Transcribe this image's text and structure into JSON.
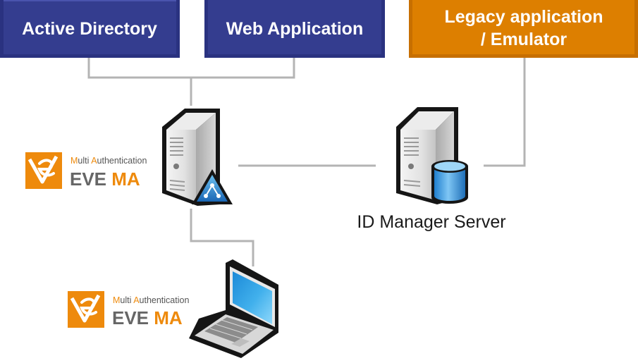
{
  "boxes": {
    "active_directory": {
      "label": "Active Directory",
      "color": "#343d8f"
    },
    "web_application": {
      "label": "Web Application",
      "color": "#343d8f"
    },
    "legacy_application": {
      "line1": "Legacy application",
      "line2": "/ Emulator",
      "color": "#dd7f00"
    }
  },
  "logo": {
    "subtitle_first_letter_1": "M",
    "subtitle_rest_1": "ulti ",
    "subtitle_first_letter_2": "A",
    "subtitle_rest_2": "uthentication",
    "brand_prefix": "EVE",
    "brand_suffix": "MA",
    "accent_color": "#ee8a0c",
    "grey_color": "#666666",
    "icon": "eve-logo-icon"
  },
  "id_manager": {
    "caption": "ID Manager Server",
    "icon": "database-server-icon"
  },
  "eve_server": {
    "icon": "server-with-connector-icon"
  },
  "client": {
    "icon": "laptop-icon"
  },
  "connector_color": "#b4b4b4"
}
